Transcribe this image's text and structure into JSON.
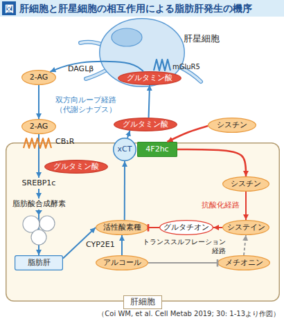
{
  "diagram": {
    "title": "肝細胞と肝星細胞の相互作用による脂肪肝発生の機序",
    "caption": "（Coi WM, et al. Cell Metab 2019; 30: 1-13より作図）",
    "nodes": [
      {
        "text": [
          "肝星細胞"
        ]
      },
      {
        "text": [
          "グルタミン酸"
        ],
        "in": 0
      },
      {
        "text": [
          "2-AG"
        ]
      },
      {
        "text": [
          "グルタミン酸"
        ]
      },
      {
        "text": [
          "シスチン"
        ]
      },
      {
        "text": [
          "2-AG"
        ]
      },
      {
        "text": [
          "肝細胞"
        ]
      },
      {
        "text": [
          "xCT"
        ],
        "in": 6
      },
      {
        "text": [
          "4F2hc"
        ],
        "in": 6
      },
      {
        "text": [
          "グルタミン酸"
        ],
        "in": 6
      },
      {
        "text": [
          "SREBP1c"
        ],
        "in": 6
      },
      {
        "text": [
          "脂肪酸合成酵素"
        ],
        "in": 6
      },
      {
        "text": [
          "脂肪肝"
        ],
        "in": 6
      },
      {
        "text": [
          "活性酸素種"
        ],
        "in": 6
      },
      {
        "text": [
          "シスチン"
        ],
        "in": 6
      },
      {
        "text": [
          "グルタチオン"
        ],
        "in": 6
      },
      {
        "text": [
          "システイン"
        ],
        "in": 6
      },
      {
        "text": [
          "アルコール"
        ],
        "in": 6
      },
      {
        "text": [
          "メチオニン"
        ],
        "in": 6
      }
    ],
    "edges": [
      {
        "from": 1,
        "to": 2,
        "arrow": "to",
        "label": "DAGLβ"
      },
      {
        "from": 2,
        "to": 5,
        "arrow": "to"
      },
      {
        "from": 5,
        "to": 10,
        "arrow": "to"
      },
      {
        "from": 10,
        "to": 11,
        "arrow": "to"
      },
      {
        "from": 11,
        "to": 12,
        "arrow": "to"
      },
      {
        "from": 12,
        "to": 13,
        "arrow": "to"
      },
      {
        "from": 13,
        "to": 7,
        "arrow": "to"
      },
      {
        "from": 7,
        "to": 3,
        "arrow": "to"
      },
      {
        "from": 3,
        "to": 1,
        "arrow": "to"
      },
      {
        "from": 4,
        "to": 8,
        "arrow": "to"
      },
      {
        "from": 8,
        "to": 14,
        "arrow": "to"
      },
      {
        "from": 14,
        "to": 16,
        "arrow": "to"
      },
      {
        "from": 16,
        "to": 15,
        "arrow": "to"
      },
      {
        "from": 15,
        "to": 13,
        "arrow": "to"
      },
      {
        "from": 17,
        "to": 13,
        "arrow": "to"
      },
      {
        "from": 17,
        "to": 18,
        "arrow": "to"
      },
      {
        "from": 18,
        "to": 16,
        "arrow": "to"
      }
    ],
    "labels": [
      "図",
      "mGluR5",
      "双方向ループ経路 （代謝シナプス）",
      "CB₁R",
      "抗酸化経路",
      "CYP2E1",
      "トランススルフレーション 経路"
    ]
  }
}
